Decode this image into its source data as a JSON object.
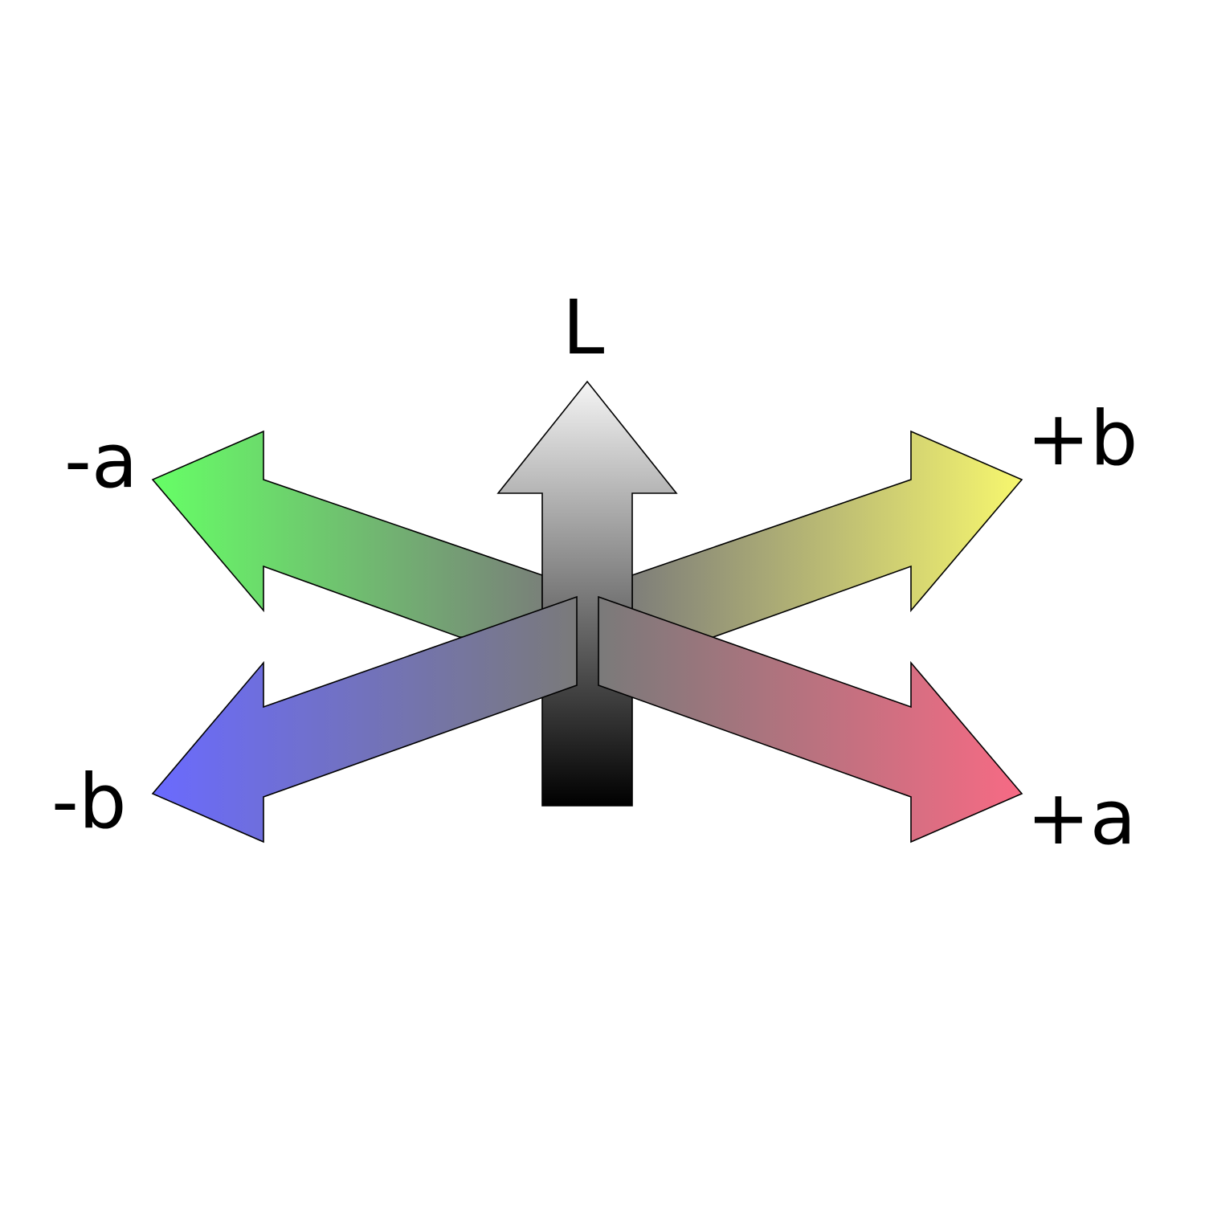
{
  "labels": {
    "lightness": "L",
    "minus_a": "-a",
    "plus_b": "+b",
    "minus_b": "-b",
    "plus_a": "+a"
  },
  "colors": {
    "lightness_top": "#f5f5f5",
    "lightness_bottom": "#000000",
    "green": "#66ff66",
    "yellow": "#f7f76e",
    "blue": "#6a6aff",
    "red": "#f76a84",
    "center_gray": "#7a7a7a",
    "outline": "#000000"
  }
}
